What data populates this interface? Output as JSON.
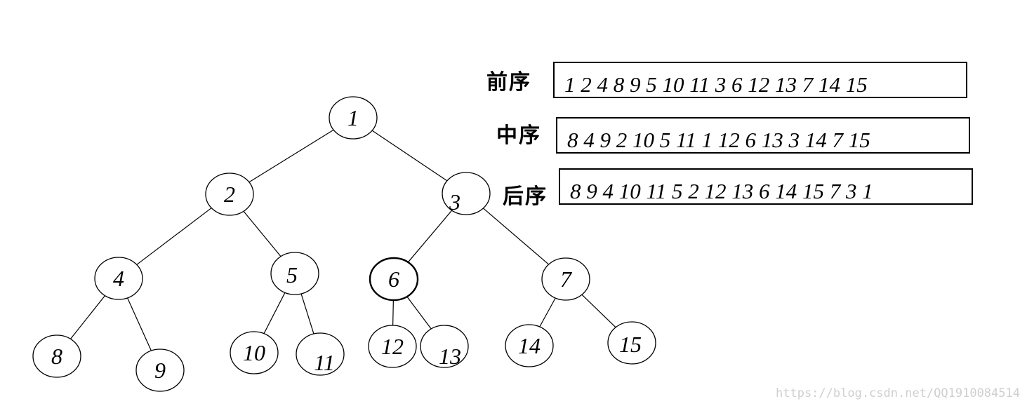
{
  "tree": {
    "nodes": [
      {
        "id": "1",
        "label": "1"
      },
      {
        "id": "2",
        "label": "2"
      },
      {
        "id": "3",
        "label": "3"
      },
      {
        "id": "4",
        "label": "4"
      },
      {
        "id": "5",
        "label": "5"
      },
      {
        "id": "6",
        "label": "6"
      },
      {
        "id": "7",
        "label": "7"
      },
      {
        "id": "8",
        "label": "8"
      },
      {
        "id": "9",
        "label": "9"
      },
      {
        "id": "10",
        "label": "10"
      },
      {
        "id": "11",
        "label": "11"
      },
      {
        "id": "12",
        "label": "12"
      },
      {
        "id": "13",
        "label": "13"
      },
      {
        "id": "14",
        "label": "14"
      },
      {
        "id": "15",
        "label": "15"
      }
    ],
    "edges": [
      [
        "1",
        "2"
      ],
      [
        "1",
        "3"
      ],
      [
        "2",
        "4"
      ],
      [
        "2",
        "5"
      ],
      [
        "3",
        "6"
      ],
      [
        "3",
        "7"
      ],
      [
        "4",
        "8"
      ],
      [
        "4",
        "9"
      ],
      [
        "5",
        "10"
      ],
      [
        "5",
        "11"
      ],
      [
        "6",
        "12"
      ],
      [
        "6",
        "13"
      ],
      [
        "7",
        "14"
      ],
      [
        "7",
        "15"
      ]
    ]
  },
  "traversals": {
    "preorder": {
      "label": "前序",
      "sequence": "1 2 4 8 9 5 10 11 3 6 12 13 7 14 15"
    },
    "inorder": {
      "label": "中序",
      "sequence": "8 4 9 2 10 5 11 1 12 6 13 3 14 7 15"
    },
    "postorder": {
      "label": "后序",
      "sequence": "8 9 4 10 11 5 2 12 13 6 14 15 7 3 1"
    }
  },
  "watermark": "https://blog.csdn.net/QQ1910084514"
}
